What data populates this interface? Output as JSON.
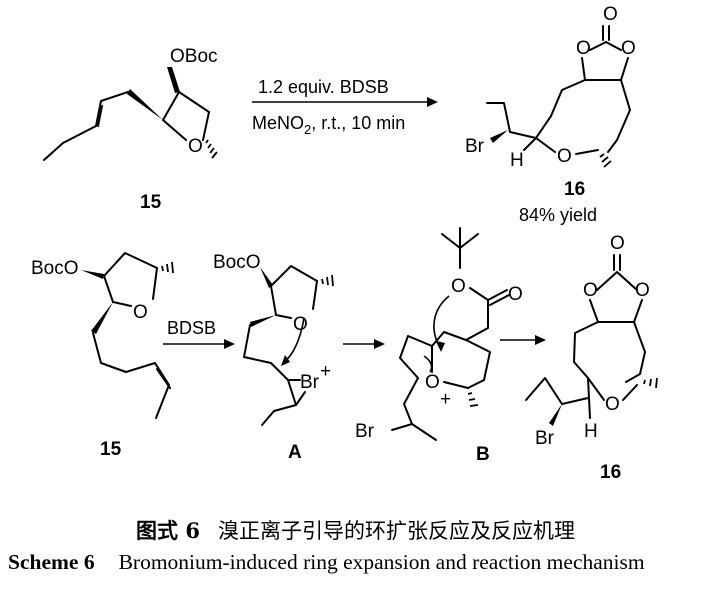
{
  "labels": {
    "oboc": "OBoc",
    "boco": "BocO",
    "o": "O",
    "br": "Br",
    "br_plus": "+",
    "o_plus": "+",
    "h": "H"
  },
  "conditions": {
    "top_line1": "1.2 equiv. BDSB",
    "top_line2": "MeNO",
    "top_line2_sub": "2",
    "top_line2_tail": ", r.t., 10 min",
    "mech_reagent": "BDSB"
  },
  "compounds": {
    "sm": "15",
    "sm2": "15",
    "product": "16",
    "product2": "16",
    "int_a": "A",
    "int_b": "B",
    "yield": "84% yield"
  },
  "caption": {
    "cn_label": "图式 6",
    "cn_text": "溴正离子引导的环扩张反应及反应机理",
    "en_label": "Scheme 6",
    "en_text": "Bromonium-induced ring expansion and reaction mechanism"
  }
}
